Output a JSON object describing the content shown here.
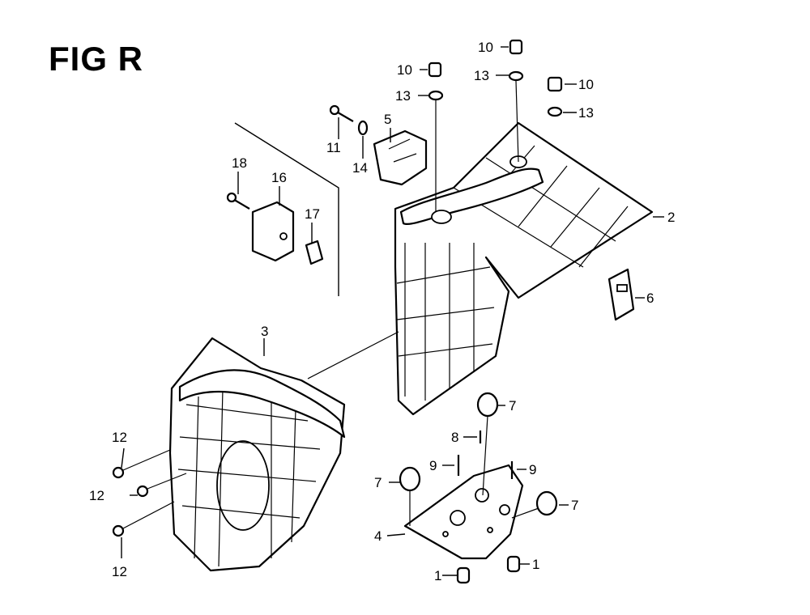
{
  "title": "FIG R",
  "callouts": {
    "c1a": "1",
    "c1b": "1",
    "c2": "2",
    "c3": "3",
    "c4": "4",
    "c5": "5",
    "c6": "6",
    "c7a": "7",
    "c7b": "7",
    "c7c": "7",
    "c8": "8",
    "c9a": "9",
    "c9b": "9",
    "c10a": "10",
    "c10b": "10",
    "c10c": "10",
    "c11": "11",
    "c12a": "12",
    "c12b": "12",
    "c12c": "12",
    "c13a": "13",
    "c13b": "13",
    "c13c": "13",
    "c14": "14",
    "c16": "16",
    "c17": "17",
    "c18": "18"
  }
}
